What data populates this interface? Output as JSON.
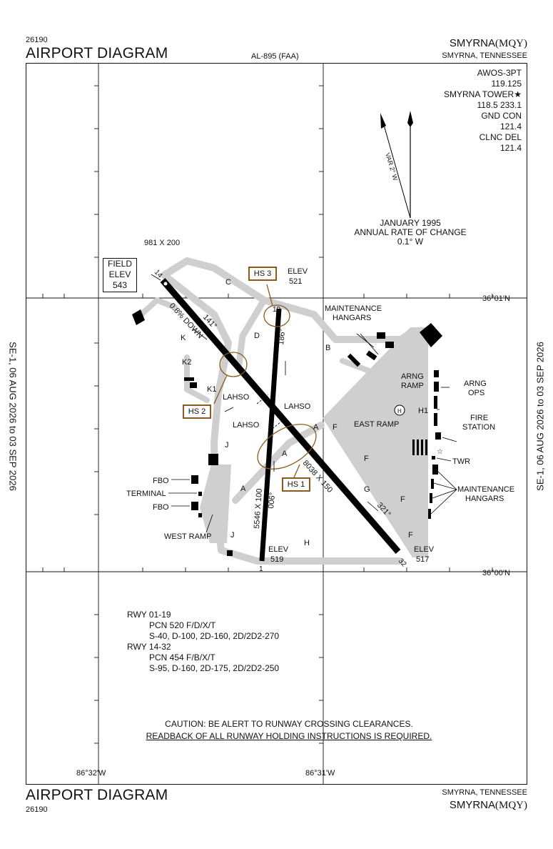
{
  "header": {
    "procedure_number": "26190",
    "title": "AIRPORT DIAGRAM",
    "chart_id": "AL-895 (FAA)",
    "airport_name": "SMYRNA",
    "airport_code": "(MQY)",
    "airport_location": "SMYRNA, TENNESSEE"
  },
  "footer": {
    "title": "AIRPORT DIAGRAM",
    "procedure_number": "26190",
    "airport_location": "SMYRNA, TENNESSEE",
    "airport_name": "SMYRNA",
    "airport_code": "(MQY)"
  },
  "validity": {
    "left": "SE-1, 06 AUG 2026 to 03 SEP 2026",
    "right": "SE-1, 06 AUG 2026 to 03 SEP 2026"
  },
  "frequencies": [
    {
      "text": "AWOS-3PT"
    },
    {
      "text": "119.125"
    },
    {
      "text": "SMYRNA TOWER"
    },
    {
      "text": "118.5 233.1"
    },
    {
      "text": "GND CON"
    },
    {
      "text": "121.4"
    },
    {
      "text": "CLNC DEL"
    },
    {
      "text": "121.4"
    }
  ],
  "magnetic": {
    "var_label": "VAR 2° W",
    "date": "JANUARY 1995",
    "rate_label": "ANNUAL RATE OF CHANGE",
    "rate": "0.1° W"
  },
  "coordinates": {
    "lat_north": "36°01'N",
    "lat_south": "36°00'N",
    "lon_west": "86°32'W",
    "lon_east": "86°31'W"
  },
  "field_elevation": {
    "label1": "FIELD",
    "label2": "ELEV",
    "value": "543"
  },
  "diagram_labels": {
    "rwy14_dims": "981 X 200",
    "slope": "0.8% DOWN",
    "hdg141": "141°",
    "hdg186": "186°",
    "hdg006": "006°",
    "hdg321": "321°",
    "rwy19": "19",
    "rwy1": "1",
    "rwy14": "14",
    "rwy32": "32",
    "rwy01_dims": "5546 X 100",
    "rwy14_32_dims": "8038 X 150",
    "elev_n_label": "ELEV",
    "elev_n_value": "521",
    "elev_s1_label": "ELEV",
    "elev_s1_value": "519",
    "elev_s2_label": "ELEV",
    "elev_s2_value": "517",
    "hs1": "HS 1",
    "hs2": "HS 2",
    "hs3": "HS 3",
    "lahso": "LAHSO",
    "twy_a": "A",
    "twy_b": "B",
    "twy_c": "C",
    "twy_d": "D",
    "twy_f": "F",
    "twy_g": "G",
    "twy_h": "H",
    "twy_j": "J",
    "twy_k": "K",
    "twy_k1": "K1",
    "twy_k2": "K2",
    "maint_hangars_1a": "MAINTENANCE",
    "maint_hangars_1b": "HANGARS",
    "maint_hangars_2a": "MAINTENANCE",
    "maint_hangars_2b": "HANGARS",
    "arng_ramp_a": "ARNG",
    "arng_ramp_b": "RAMP",
    "arng_ops_a": "ARNG",
    "arng_ops_b": "OPS",
    "fire_a": "FIRE",
    "fire_b": "STATION",
    "helipad": "H",
    "h1": "H1",
    "east_ramp": "EAST RAMP",
    "twr": "TWR",
    "fbo1": "FBO",
    "fbo2": "FBO",
    "terminal": "TERMINAL",
    "west_ramp": "WEST RAMP"
  },
  "runway_notes": [
    {
      "text": "RWY 01-19"
    },
    {
      "text": "PCN 520 F/D/X/T"
    },
    {
      "text": "S-40, D-100, 2D-160, 2D/2D2-270"
    },
    {
      "text": "RWY 14-32"
    },
    {
      "text": "PCN 454 F/B/X/T"
    },
    {
      "text": "S-95, D-160, 2D-175, 2D/2D2-250"
    }
  ],
  "caution": {
    "line1": "CAUTION: BE ALERT TO RUNWAY CROSSING CLEARANCES.",
    "line2": "READBACK OF ALL RUNWAY HOLDING INSTRUCTIONS IS REQUIRED."
  }
}
